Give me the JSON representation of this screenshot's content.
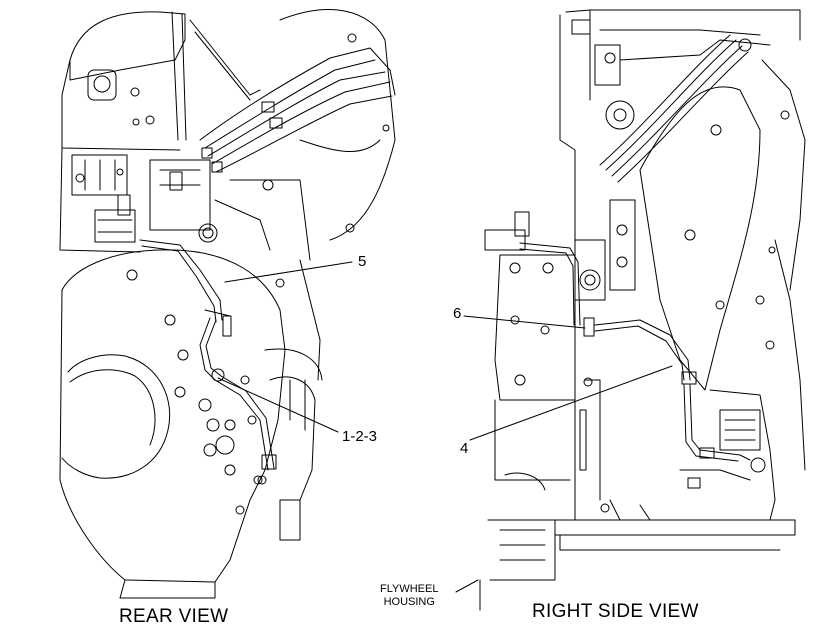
{
  "views": {
    "rear": {
      "caption": "REAR VIEW"
    },
    "right": {
      "caption": "RIGHT SIDE VIEW"
    }
  },
  "callouts": {
    "c5": "5",
    "c123": "1-2-3",
    "c6": "6",
    "c4": "4"
  },
  "notes": {
    "flywheel_line1": "FLYWHEEL",
    "flywheel_line2": "HOUSING"
  }
}
